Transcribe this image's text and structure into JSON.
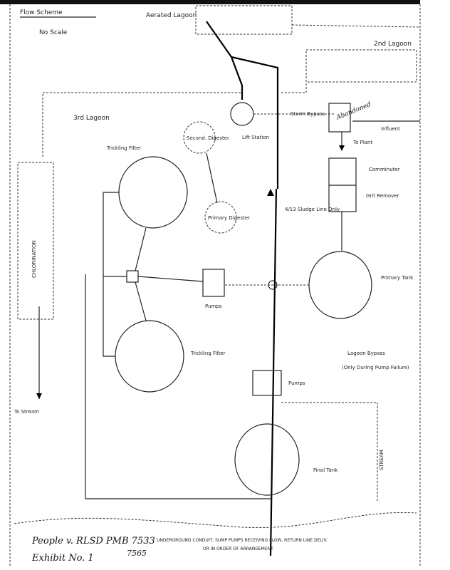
{
  "title": "Flow Scheme",
  "scale_note": "No Scale",
  "labels": {
    "aerated_lagoon": "Aerated Lagoon",
    "second_lagoon": "2nd Lagoon",
    "third_lagoon": "3rd Lagoon",
    "lift_station": "Lift Station",
    "storm_bypass": "Storm Bypass",
    "abandoned": "Abandoned",
    "influent": "Influent",
    "to_plant": "To Plant",
    "comminutor": "Comminutor",
    "grit_remover": "Grit Remover",
    "sludge_line": "4/13 Sludge Line Only",
    "primary_tank": "Primary Tank",
    "secondary_digester": "Second. Digester",
    "primary_digester": "Primary Digester",
    "trickling_filter_top": "Trickling Filter",
    "trickling_filter_bottom": "Trickling Filter",
    "pumps_middle": "Pumps",
    "pumps_lower": "Pumps",
    "lagoon_bypass": "Lagoon Bypass",
    "lagoon_bypass_note": "(Only During Pump Failure)",
    "chlorination": "CHLORINATION",
    "to_stream": "To Stream",
    "stream": "STREAM",
    "final_tank": "Final Tank"
  },
  "footer": {
    "exhibit_case": "People v. RLSD  PMB 7533",
    "exhibit_number": "Exhibit No. 1",
    "exhibit_alt": "7565",
    "note_line1": "UNDERGROUND CONDUIT, SUMP PUMPS RECEIVING FLOW, RETURN LINE DELIV.",
    "note_line2": "OR IN ORDER OF ARRANGEMENT"
  }
}
